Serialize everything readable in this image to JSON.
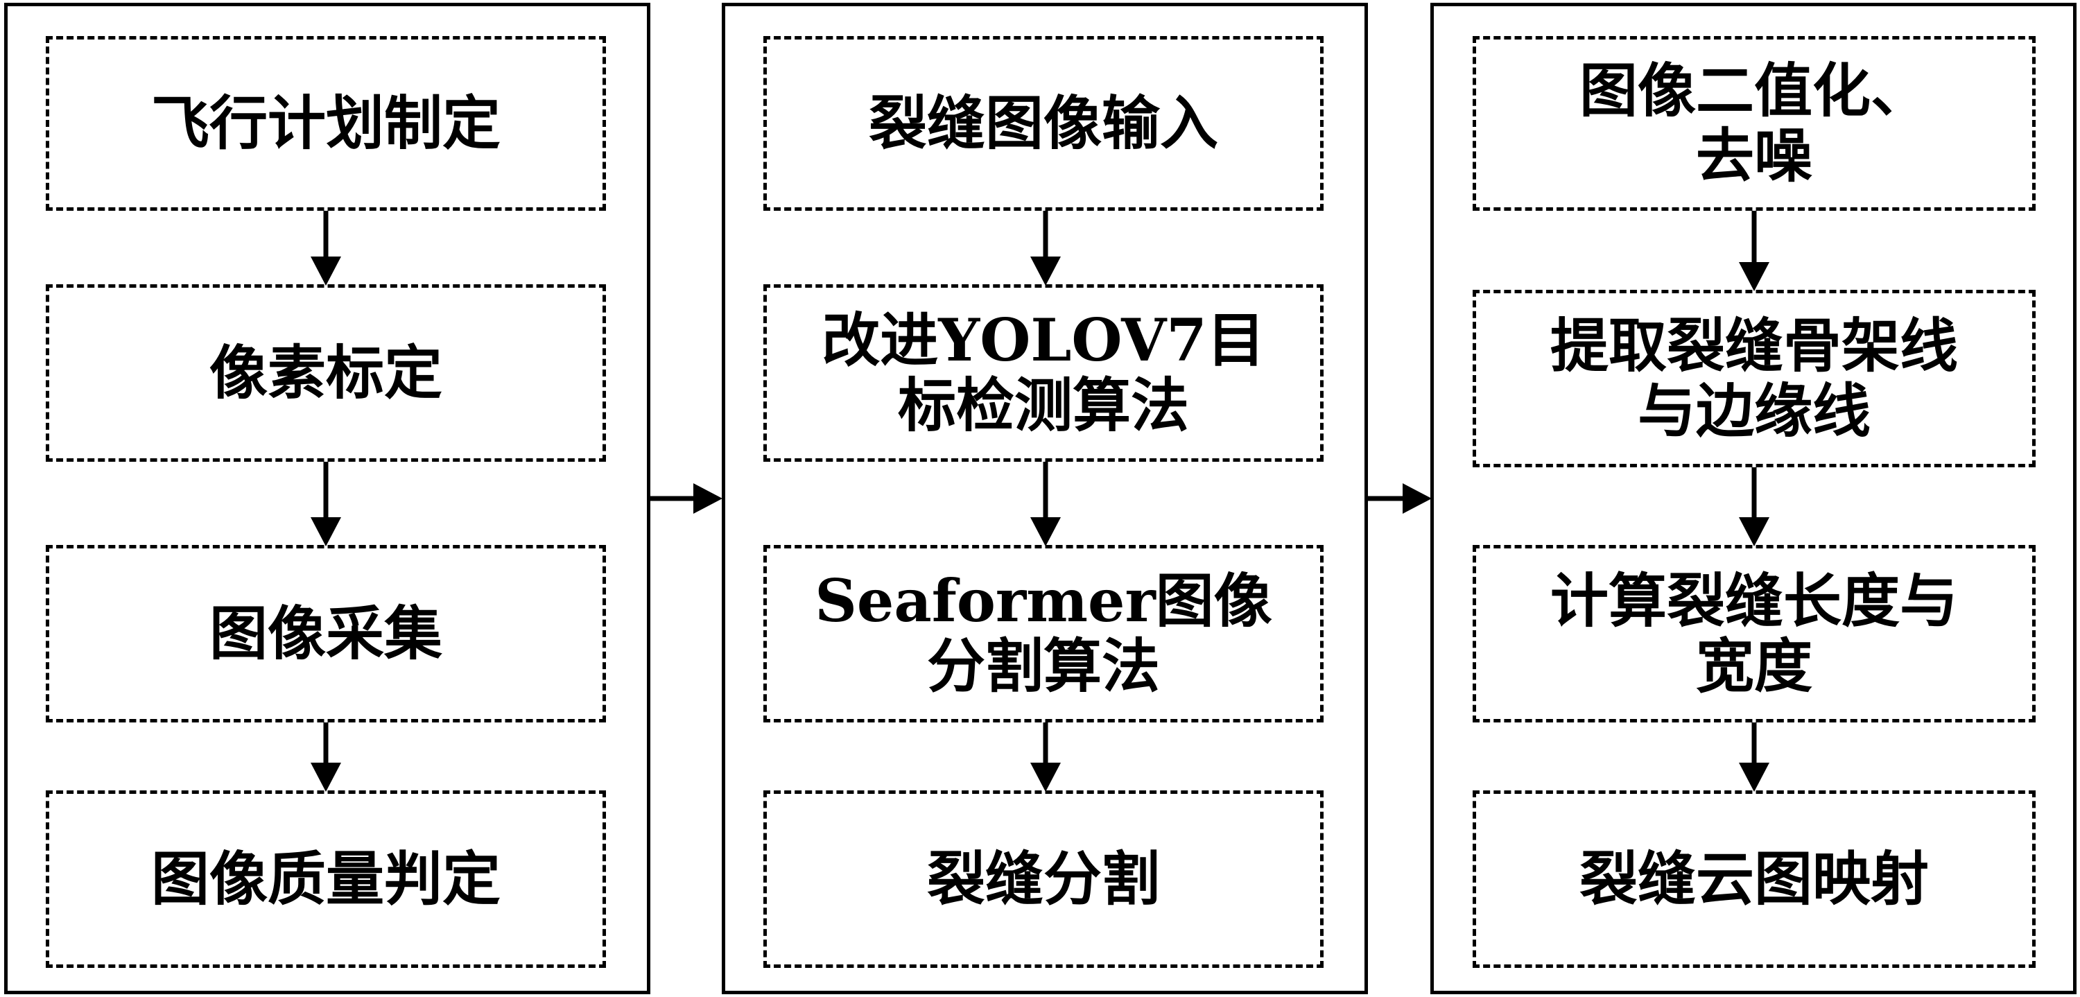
{
  "colors": {
    "line": "#000000",
    "background": "#ffffff"
  },
  "columns": [
    {
      "steps": [
        {
          "text": "飞行计划制定"
        },
        {
          "text": "像素标定"
        },
        {
          "text": "图像采集"
        },
        {
          "text": "图像质量判定"
        }
      ]
    },
    {
      "steps": [
        {
          "text": "裂缝图像输入"
        },
        {
          "text": "改进YOLOV7目\n标检测算法"
        },
        {
          "text": "Seaformer图像\n分割算法"
        },
        {
          "text": "裂缝分割"
        }
      ]
    },
    {
      "steps": [
        {
          "text": "图像二值化、\n去噪"
        },
        {
          "text": "提取裂缝骨架线\n与边缘线"
        },
        {
          "text": "计算裂缝长度与\n宽度"
        },
        {
          "text": "裂缝云图映射"
        }
      ]
    }
  ]
}
